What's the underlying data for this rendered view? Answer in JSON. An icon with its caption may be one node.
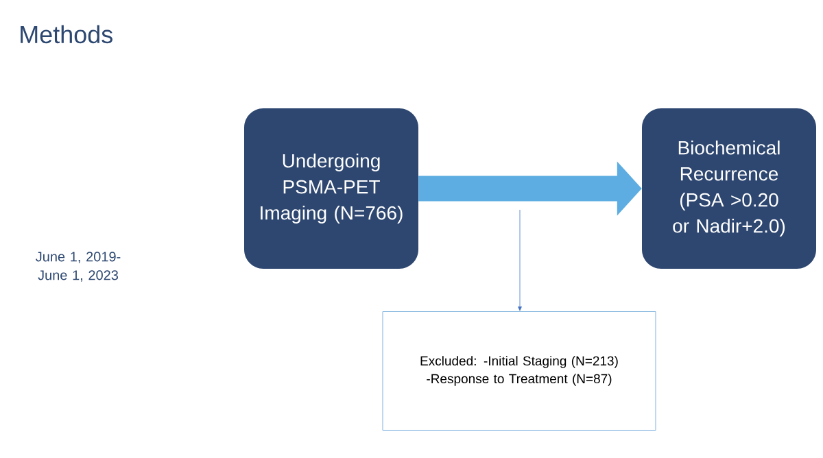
{
  "diagram": {
    "title": "Methods",
    "nodes": [
      {
        "text": [
          "Undergoing PSMA-PET Imaging (N=766)"
        ]
      },
      {
        "text": [
          "Biochemical Recurrence (PSA >0.20 or Nadir+2.0)"
        ]
      },
      {
        "text": [
          "Excluded: -Initial Staging (N=213) -Response to Treatment (N=87)"
        ]
      }
    ],
    "edges": [
      {
        "from": 0,
        "to": 1,
        "arrow": "to",
        "style": "thick",
        "color": "#5dade2"
      },
      {
        "from": null,
        "to": 2,
        "arrow": "to"
      }
    ],
    "labels": [
      "June 1, 2019-June 1, 2023"
    ]
  }
}
